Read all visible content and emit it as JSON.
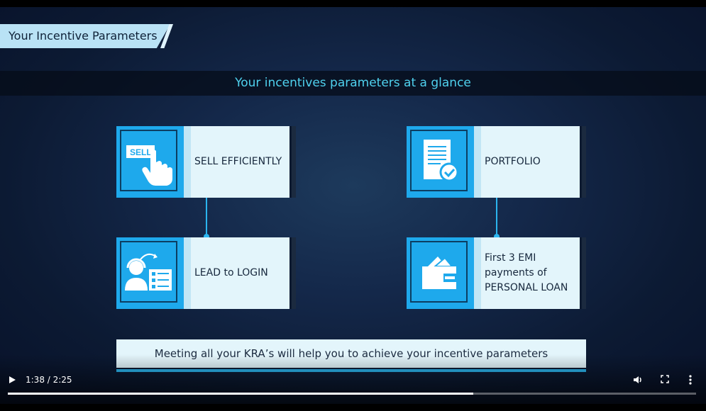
{
  "slide": {
    "section_title": "Your Incentive Parameters",
    "banner": "Your incentives parameters at a glance",
    "cards": [
      {
        "label": "SELL EFFICIENTLY",
        "icon": "sell-hand-icon",
        "icon_text": "SELL"
      },
      {
        "label": "PORTFOLIO",
        "icon": "document-check-icon"
      },
      {
        "label": "LEAD to LOGIN",
        "icon": "agent-checklist-icon"
      },
      {
        "label": "First 3 EMI payments of PERSONAL LOAN",
        "icon": "wallet-icon"
      }
    ],
    "footer": "Meeting all your KRA’s will help you to achieve your incentive parameters"
  },
  "player": {
    "time": "1:38 / 2:25",
    "progress_fraction": 0.676,
    "play_icon": "play-icon",
    "volume_icon": "volume-icon",
    "fullscreen_icon": "fullscreen-icon",
    "more_icon": "more-vert-icon"
  },
  "colors": {
    "accent": "#1ea9ec",
    "banner_text": "#4fd1ee",
    "card_bg": "#e3f5fb",
    "title_tag": "#b9e2f5"
  }
}
